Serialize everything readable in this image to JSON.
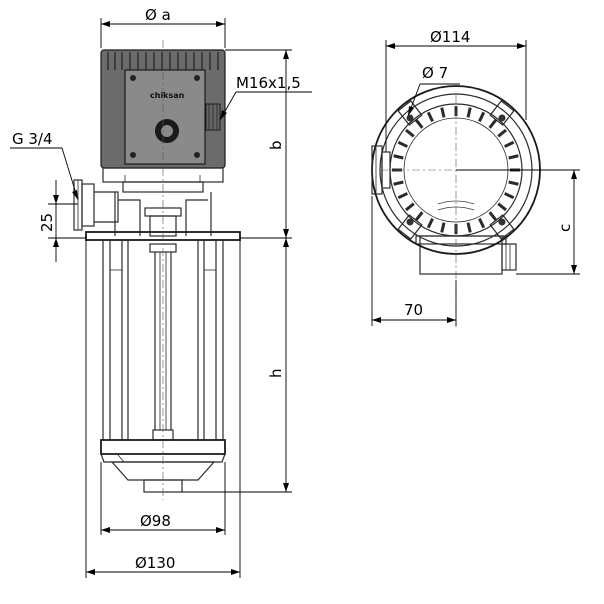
{
  "drawing": {
    "brand": "chiksan",
    "labels": {
      "diameter_a": "Ø a",
      "cable_gland": "M16x1,5",
      "thread": "G 3/4",
      "b": "b",
      "offset_25": "25",
      "h": "h",
      "diameter_98": "Ø98",
      "diameter_130": "Ø130",
      "diameter_114": "Ø114",
      "diameter_7": "Ø 7",
      "c": "c",
      "dim_70": "70"
    }
  }
}
